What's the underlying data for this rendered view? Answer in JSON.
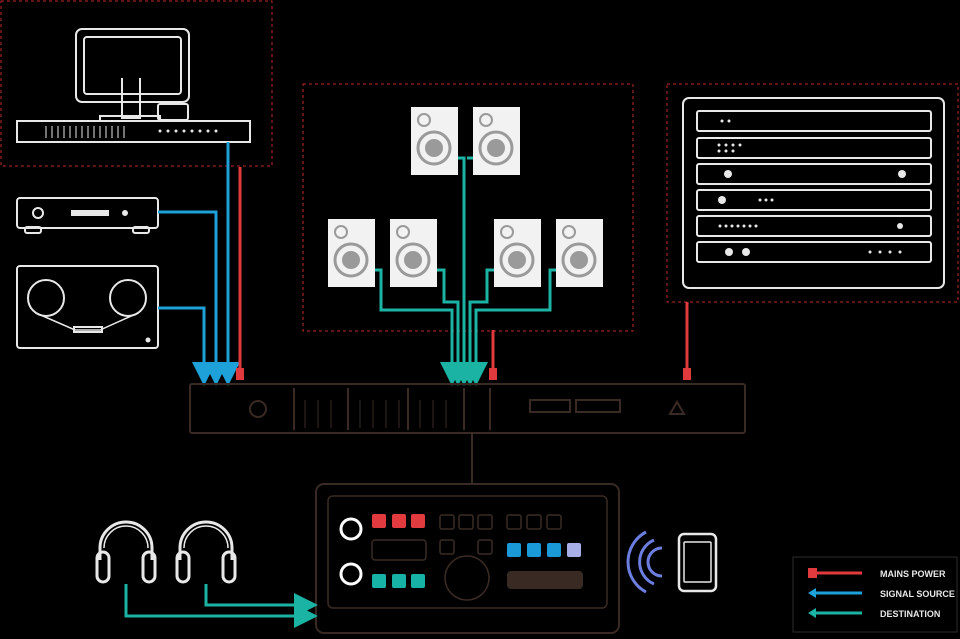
{
  "colors": {
    "background": "#000000",
    "device_stroke": "#e8e8e8",
    "interface_stroke": "#3a2a24",
    "zone_border": "#c0272d",
    "mains_power": "#e03a3e",
    "signal_source": "#1ea0d8",
    "destination": "#1bb3a4",
    "controller_red": "#e23b3f",
    "controller_teal": "#16b3a6",
    "controller_blue": "#1a9ad8",
    "controller_lilac": "#a8aee8",
    "speaker_fill": "#f2f2f2",
    "speaker_cone": "#9a9a9a"
  },
  "legend": {
    "mains_power": "MAINS POWER",
    "signal_source": "SIGNAL SOURCE",
    "destination": "DESTINATION"
  },
  "icons": {
    "computer": "desktop-monitor-icon",
    "patchbay": "rack-patchbay-icon",
    "cd_player": "cd-player-icon",
    "tape_machine": "reel-to-reel-icon",
    "speakers": "studio-monitor-speaker-icon",
    "rack": "outboard-rack-icon",
    "interface": "monitor-controller-interface-icon",
    "controller": "desktop-controller-icon",
    "headphones": "headphones-icon",
    "phone": "smartphone-icon",
    "wireless": "wireless-waves-icon"
  }
}
